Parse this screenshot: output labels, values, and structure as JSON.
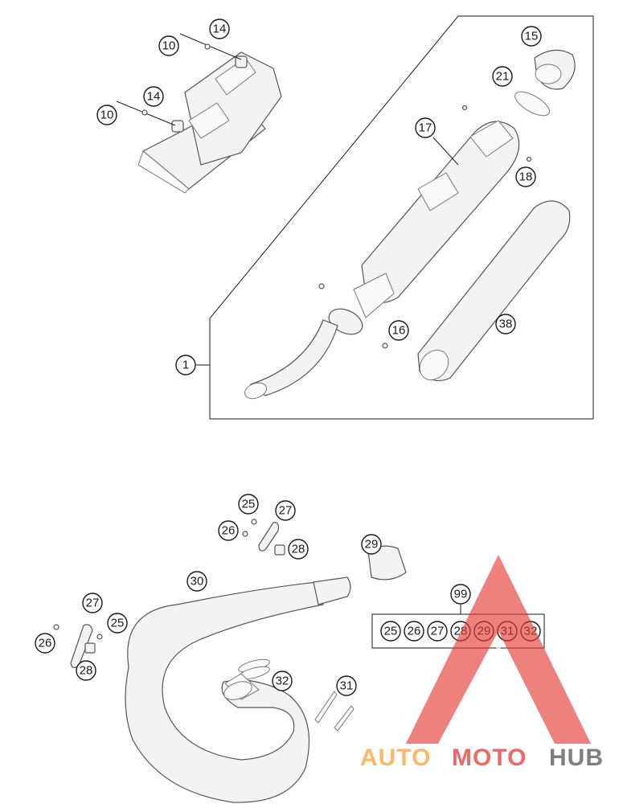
{
  "colors": {
    "ink": "#1a1a1a",
    "logo_red": "#e53935",
    "logo_orange": "#f6a23a",
    "logo_gray": "#555555"
  },
  "callouts": {
    "c10a": "10",
    "c14a": "14",
    "c10b": "10",
    "c14b": "14",
    "c15": "15",
    "c21": "21",
    "c17": "17",
    "c18": "18",
    "c16": "16",
    "c38": "38",
    "c1": "1",
    "c25a": "25",
    "c27a": "27",
    "c26a": "26",
    "c28a": "28",
    "c29": "29",
    "c30": "30",
    "c99": "99",
    "c27b": "27",
    "c25b": "25",
    "c26b": "26",
    "c28b": "28",
    "c32": "32",
    "c31": "31"
  },
  "kit_items": [
    "25",
    "26",
    "27",
    "28",
    "29",
    "31",
    "32"
  ],
  "logo": {
    "part1": "AUTO",
    "part2": "MOTO",
    "part3": "HUB"
  }
}
